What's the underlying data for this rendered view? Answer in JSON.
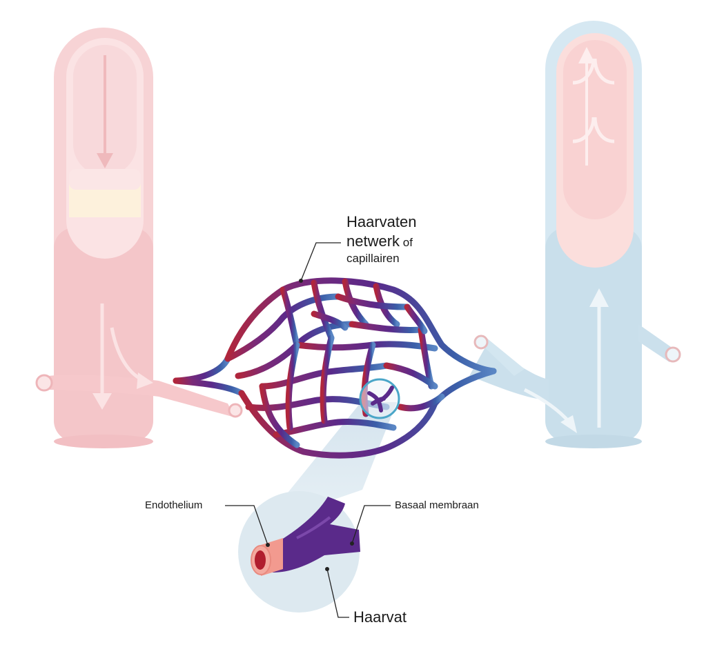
{
  "labels": {
    "network_line1": "Haarvaten",
    "network_line2_bold": "netwerk",
    "network_line2_rest": " of",
    "network_line3": "capillairen",
    "endothelium": "Endothelium",
    "basal_membrane": "Basaal membraan",
    "capillary": "Haarvat"
  },
  "colors": {
    "artery": "#f6c9cb",
    "artery_dark": "#efb2b6",
    "vein": "#cfe3ee",
    "vein_dark": "#b9d6e6",
    "capillary_red": "#b0263c",
    "capillary_purple": "#5a2a8a",
    "capillary_blue": "#3b5ea8",
    "endothelium": "#f29a8f",
    "lumen": "#b01e2e",
    "zoom_bg": "#dde9f0"
  }
}
